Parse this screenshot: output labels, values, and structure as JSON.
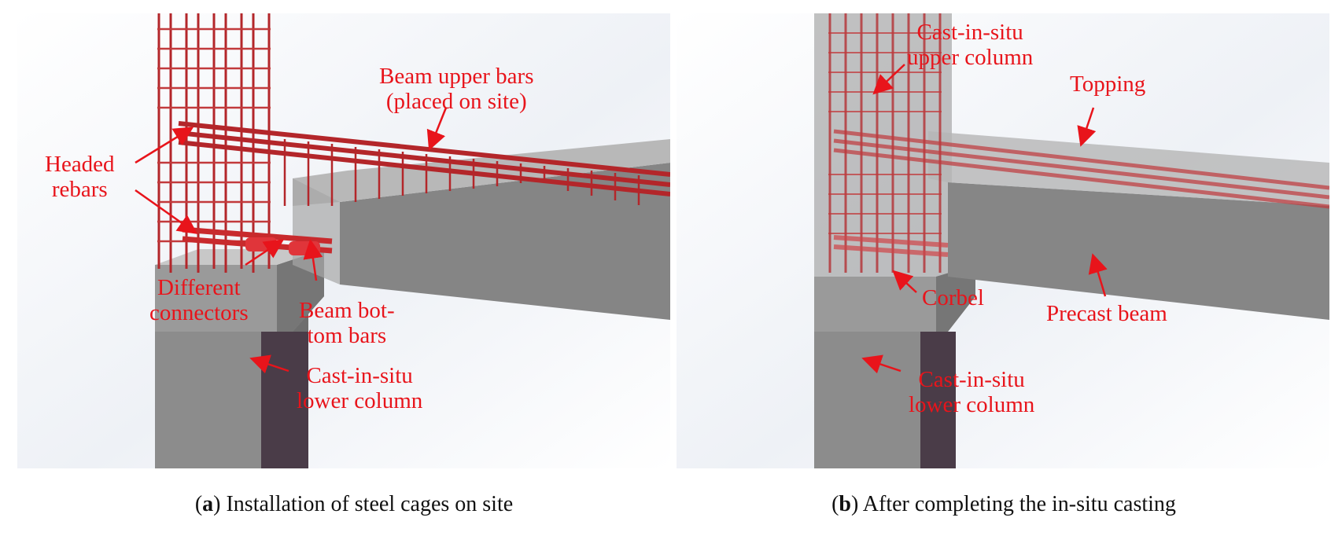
{
  "panel_a": {
    "labels": {
      "headed": [
        "Headed",
        "rebars"
      ],
      "upper": [
        "Beam upper bars",
        "(placed on site)"
      ],
      "connectors": [
        "Different",
        "connectors"
      ],
      "bottom": [
        "Beam bot-",
        "tom bars"
      ],
      "lower": [
        "Cast-in-situ",
        "lower column"
      ]
    },
    "caption": {
      "letter": "a",
      "text": " Installation of steel cages on site"
    }
  },
  "panel_b": {
    "labels": {
      "upper_col": [
        "Cast-in-situ",
        "upper column"
      ],
      "topping": [
        "Topping"
      ],
      "corbel": [
        "Corbel"
      ],
      "precast": [
        "Precast beam"
      ],
      "lower": [
        "Cast-in-situ",
        "lower column"
      ]
    },
    "caption": {
      "letter": "b",
      "text": " After completing the in-situ casting"
    }
  },
  "colors": {
    "label": "#e8141b",
    "rebar": "#b3262a",
    "concrete": "#8a8a8a",
    "column_dark": "#4a3c48"
  }
}
